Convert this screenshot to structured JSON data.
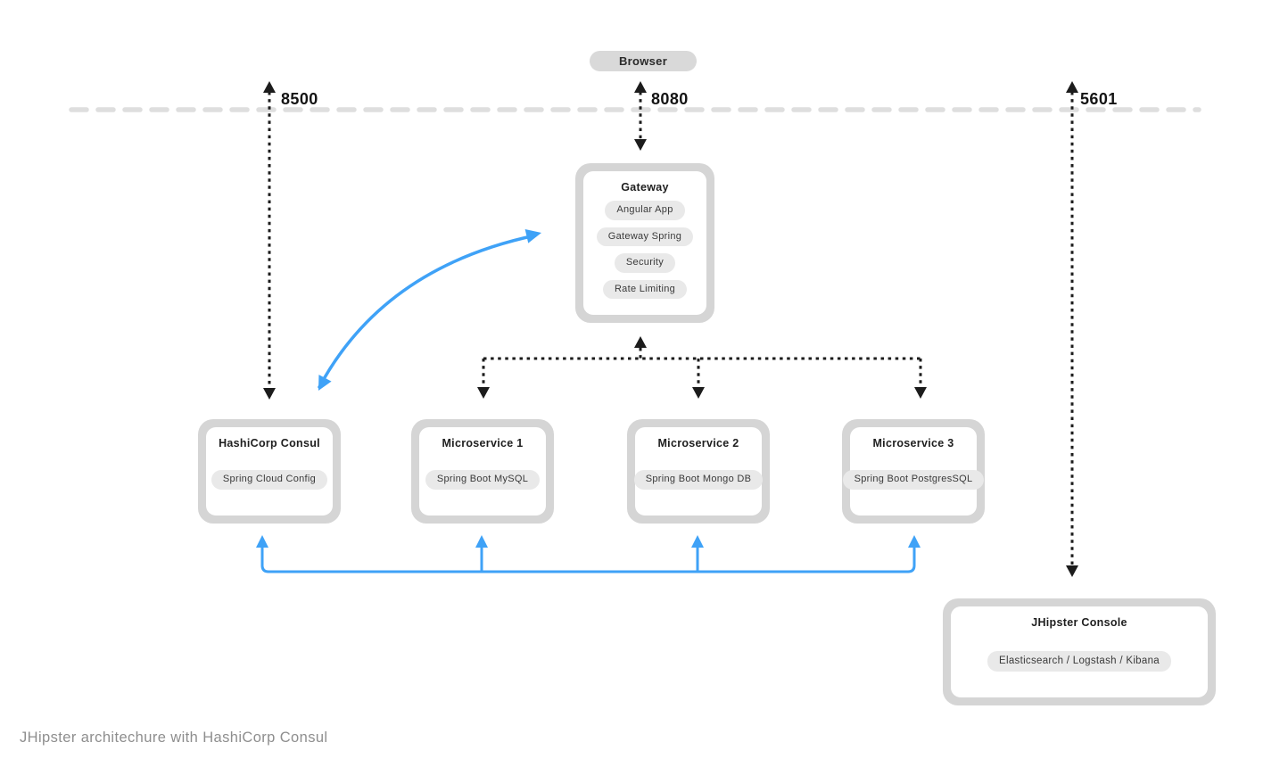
{
  "browser": {
    "label": "Browser"
  },
  "ports": {
    "consul": "8500",
    "gateway": "8080",
    "console": "5601"
  },
  "gateway": {
    "title": "Gateway",
    "items": [
      "Angular App",
      "Gateway Spring",
      "Security",
      "Rate Limiting"
    ]
  },
  "services": [
    {
      "title": "HashiCorp Consul",
      "item": "Spring Cloud Config"
    },
    {
      "title": "Microservice 1",
      "item": "Spring Boot MySQL"
    },
    {
      "title": "Microservice 2",
      "item": "Spring Boot Mongo DB"
    },
    {
      "title": "Microservice 3",
      "item": "Spring Boot PostgresSQL"
    }
  ],
  "console": {
    "title": "JHipster Console",
    "item": "Elasticsearch / Logstash / Kibana"
  },
  "caption": "JHipster architechure with HashiCorp Consul",
  "colors": {
    "box_gray": "#d5d5d5",
    "inner_white": "#ffffff",
    "pill_gray": "#e9e9e9",
    "browser_pill_gray": "#d9d9d9",
    "separator_gray": "#dedede",
    "arrow_black": "#1c1c1c",
    "accent_blue": "#3fa2f7",
    "caption_gray": "#8e8e8e"
  }
}
